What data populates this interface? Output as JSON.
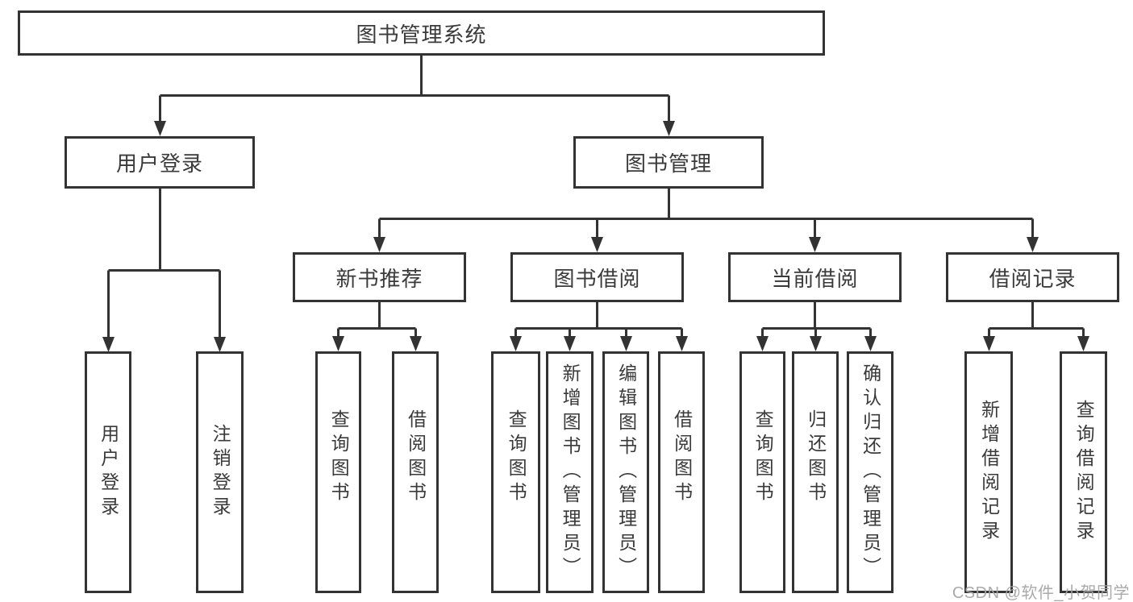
{
  "tree": {
    "label": "图书管理系统",
    "children": [
      {
        "label": "用户登录",
        "children": [
          {
            "label": "用户登录"
          },
          {
            "label": "注销登录"
          }
        ]
      },
      {
        "label": "图书管理",
        "children": [
          {
            "label": "新书推荐",
            "children": [
              {
                "label": "查询图书"
              },
              {
                "label": "借阅图书"
              }
            ]
          },
          {
            "label": "图书借阅",
            "children": [
              {
                "label": "查询图书"
              },
              {
                "label": "新增图书（管理员）"
              },
              {
                "label": "编辑图书（管理员）"
              },
              {
                "label": "借阅图书"
              }
            ]
          },
          {
            "label": "当前借阅",
            "children": [
              {
                "label": "查询图书"
              },
              {
                "label": "归还图书"
              },
              {
                "label": "确认归还（管理员）"
              }
            ]
          },
          {
            "label": "借阅记录",
            "children": [
              {
                "label": "新增借阅记录"
              },
              {
                "label": "查询借阅记录"
              }
            ]
          }
        ]
      }
    ]
  },
  "watermark": {
    "text": "CSDN @软件_小贺同学"
  },
  "colors": {
    "line": "#333333",
    "text": "#3a3a3a",
    "box_fill": "#ffffff",
    "watermark": "#a5a5a5",
    "background": "#ffffff"
  }
}
